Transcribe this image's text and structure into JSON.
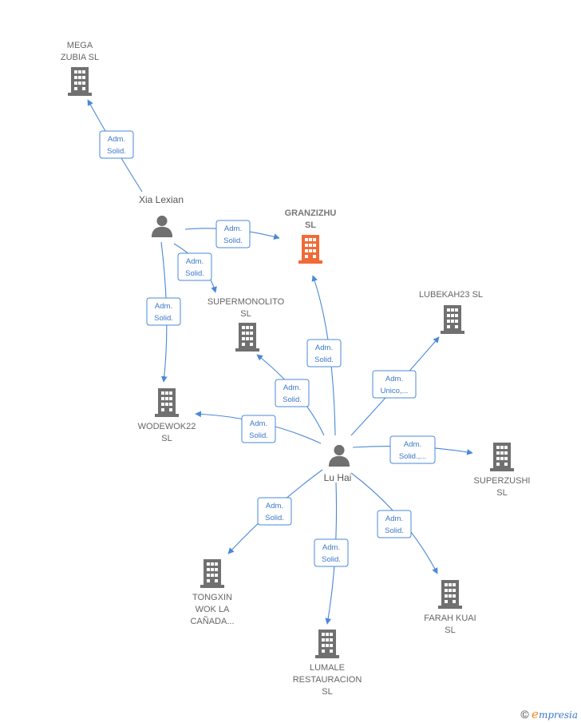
{
  "companies": [
    {
      "id": "mega",
      "lines": [
        "MEGA",
        "ZUBIA  SL"
      ],
      "highlight": false
    },
    {
      "id": "granzizhu",
      "lines": [
        "GRANZIZHU",
        "SL"
      ],
      "highlight": true
    },
    {
      "id": "supermonolito",
      "lines": [
        "SUPERMONOLITO",
        "SL"
      ],
      "highlight": false
    },
    {
      "id": "lubekah",
      "lines": [
        "LUBEKAH23  SL"
      ],
      "highlight": false
    },
    {
      "id": "wodewok",
      "lines": [
        "WODEWOK22",
        "SL"
      ],
      "highlight": false
    },
    {
      "id": "superzushi",
      "lines": [
        "SUPERZUSHI",
        "SL"
      ],
      "highlight": false
    },
    {
      "id": "tongxin",
      "lines": [
        "TONGXIN",
        "WOK LA",
        "CAÑADA..."
      ],
      "highlight": false
    },
    {
      "id": "lumale",
      "lines": [
        "LUMALE",
        "RESTAURACION",
        "SL"
      ],
      "highlight": false
    },
    {
      "id": "farah",
      "lines": [
        "FARAH KUAI",
        "SL"
      ],
      "highlight": false
    }
  ],
  "persons": [
    {
      "id": "xia",
      "name": "Xia Lexian"
    },
    {
      "id": "luhai",
      "name": "Lu Hai"
    }
  ],
  "relations": [
    {
      "id": "r1",
      "lines": [
        "Adm.",
        "Solid."
      ]
    },
    {
      "id": "r2",
      "lines": [
        "Adm.",
        "Solid."
      ]
    },
    {
      "id": "r3",
      "lines": [
        "Adm.",
        "Solid."
      ]
    },
    {
      "id": "r4",
      "lines": [
        "Adm.",
        "Solid."
      ]
    },
    {
      "id": "r5",
      "lines": [
        "Adm.",
        "Solid."
      ]
    },
    {
      "id": "r6",
      "lines": [
        "Adm.",
        "Solid."
      ]
    },
    {
      "id": "r7",
      "lines": [
        "Adm.",
        "Unico,..."
      ]
    },
    {
      "id": "r8",
      "lines": [
        "Adm.",
        "Solid."
      ]
    },
    {
      "id": "r9",
      "lines": [
        "Adm.",
        "Solid.,..."
      ]
    },
    {
      "id": "r10",
      "lines": [
        "Adm.",
        "Solid."
      ]
    },
    {
      "id": "r11",
      "lines": [
        "Adm.",
        "Solid."
      ]
    },
    {
      "id": "r12",
      "lines": [
        "Adm.",
        "Solid."
      ]
    }
  ],
  "colors": {
    "edge": "#4a88d8",
    "building": "#707070",
    "building_highlight": "#f26a35",
    "person": "#707070"
  },
  "footer": {
    "copyright": "©",
    "brand_initial": "e",
    "brand_rest": "mpresia"
  }
}
